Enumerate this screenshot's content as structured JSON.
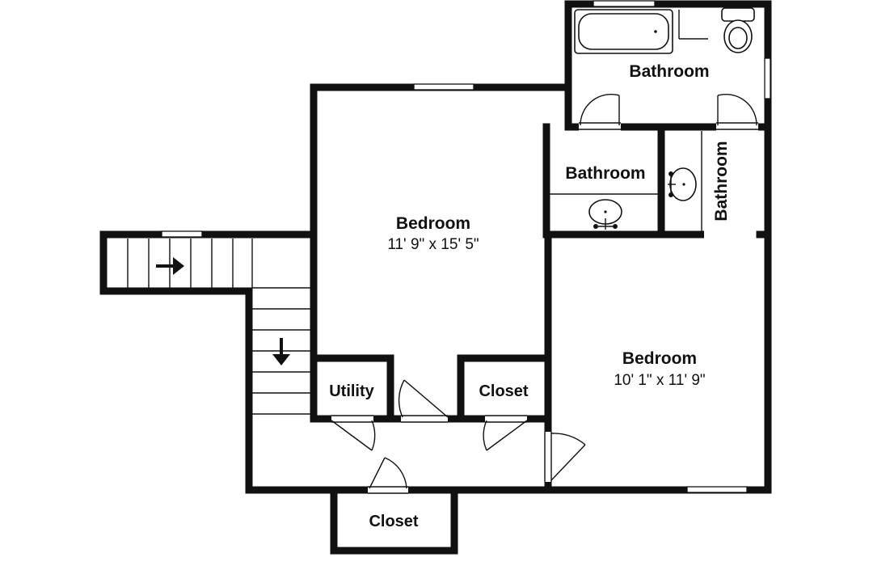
{
  "rooms": {
    "bedroom_main": {
      "name": "Bedroom",
      "dimensions": "11' 9\" x 15' 5\""
    },
    "bedroom_second": {
      "name": "Bedroom",
      "dimensions": "10' 1\" x 11' 9\""
    },
    "bathroom_top": {
      "name": "Bathroom"
    },
    "bathroom_middle": {
      "name": "Bathroom"
    },
    "bathroom_side": {
      "name": "Bathroom"
    },
    "utility": {
      "name": "Utility"
    },
    "closet_hall": {
      "name": "Closet"
    },
    "closet_bottom": {
      "name": "Closet"
    }
  },
  "icons": {
    "stair_arrow_right": "arrow-right-icon",
    "stair_arrow_down": "arrow-down-icon",
    "bathtub": "bathtub-icon",
    "toilet": "toilet-icon",
    "sink": "sink-icon"
  },
  "colors": {
    "wall": "#111111",
    "background": "#ffffff"
  }
}
